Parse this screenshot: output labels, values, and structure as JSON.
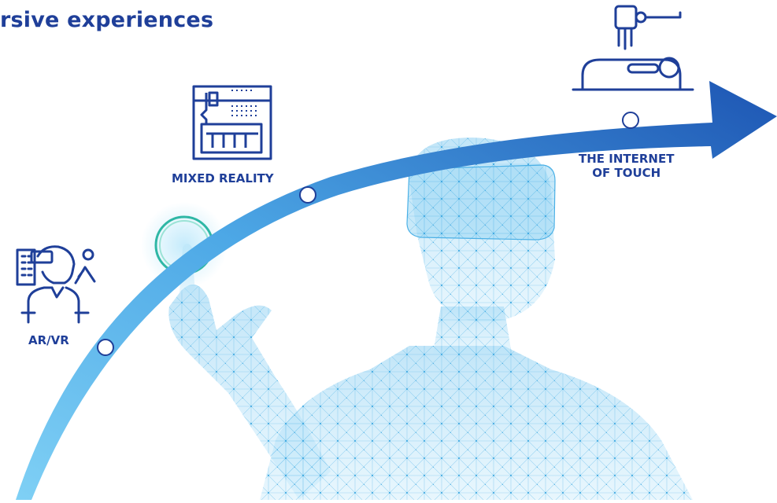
{
  "title": "rsive experiences",
  "milestones": {
    "ar_vr": {
      "label": "AR/VR"
    },
    "mixed_reality": {
      "label": "MIXED REALITY"
    },
    "internet_of_touch": {
      "label_line1": "THE INTERNET",
      "label_line2": "OF TOUCH"
    }
  },
  "colors": {
    "title": "#1f3f99",
    "label": "#1f3f99",
    "icon": "#1f3f99",
    "arrow_start": "#6fc6f2",
    "arrow_end": "#1e5bb8",
    "mesh": "#5bb8e8",
    "halo": "#33b5a8"
  },
  "icons": {
    "ar_vr": "vr-headset-person-icon",
    "mixed_reality": "robotic-fabrication-icon",
    "internet_of_touch": "remote-surgery-robot-icon"
  }
}
